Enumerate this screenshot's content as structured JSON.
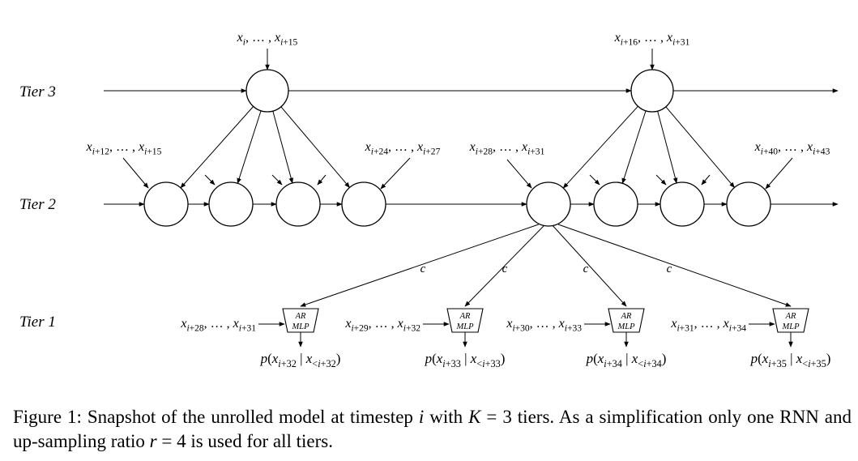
{
  "tiers": {
    "tier3": "Tier 3",
    "tier2": "Tier 2",
    "tier1": "Tier 1"
  },
  "tier3_inputs": [
    "x_{i}, … , x_{i+15}",
    "x_{i+16}, … , x_{i+31}"
  ],
  "tier2_inputs": [
    "x_{i+12}, … , x_{i+15}",
    "x_{i+24}, … , x_{i+27}",
    "x_{i+28}, … , x_{i+31}",
    "x_{i+40}, … , x_{i+43}"
  ],
  "tier1_inputs": [
    "x_{i+28}, … , x_{i+31}",
    "x_{i+29}, … , x_{i+32}",
    "x_{i+30}, … , x_{i+33}",
    "x_{i+31}, … , x_{i+34}"
  ],
  "mlp_label": {
    "top": "AR",
    "bottom": "MLP"
  },
  "conditioning_label": "c",
  "outputs": [
    "p(x_{i+32} | x_{<i+32})",
    "p(x_{i+33} | x_{<i+33})",
    "p(x_{i+34} | x_{<i+34})",
    "p(x_{i+35} | x_{<i+35})"
  ],
  "caption": {
    "prefix": "Figure 1: Snapshot of the unrolled model at timestep ",
    "var_i": "i",
    "mid": " with ",
    "var_K": "K",
    "eq1": " = 3 tiers. As a simplification only one RNN and up-sampling ratio ",
    "var_r": "r",
    "eq2": " = 4 is used for all tiers."
  }
}
